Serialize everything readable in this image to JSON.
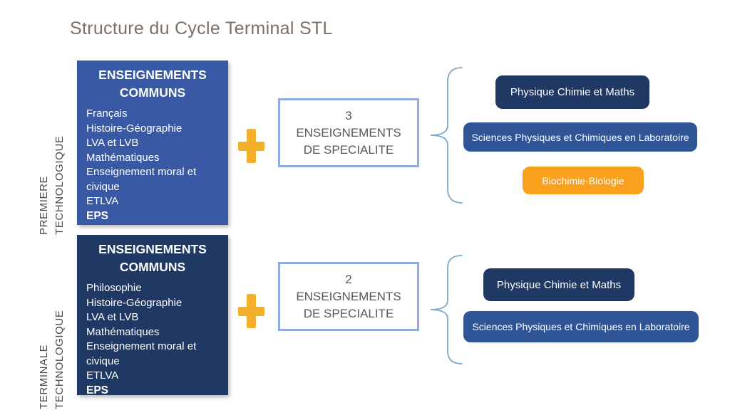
{
  "title": "Structure du Cycle Terminal STL",
  "colors": {
    "title_text": "#7b7066",
    "side_label_text": "#4b4b4b",
    "commons_premiere_bg": "#3a59a4",
    "commons_terminale_bg": "#1f3864",
    "plus_sign": "#f2b02b",
    "spec_box_border": "#8faadc",
    "spec_box_text": "#595959",
    "brace": "#7fa9c9",
    "pill_navy": "#1f3864",
    "pill_blue": "#2f5597",
    "pill_orange": "#f9a01c"
  },
  "sections": [
    {
      "side_label_line1": "PREMIERE",
      "side_label_line2": "TECHNOLOGIQUE",
      "commons_title": "ENSEIGNEMENTS COMMUNS",
      "subjects": [
        "Français",
        "Histoire-Géographie",
        "LVA et LVB",
        "Mathématiques",
        "Enseignement moral et civique",
        "ETLVA",
        "EPS"
      ],
      "plus": "+",
      "specialty_box": "3 ENSEIGNEMENTS DE SPECIALITE",
      "specialties": [
        {
          "label": "Physique Chimie et Maths",
          "color": "#1f3864"
        },
        {
          "label": "Sciences Physiques et Chimiques en Laboratoire",
          "color": "#2f5597"
        },
        {
          "label": "Biochimie-Biologie",
          "color": "#f9a01c"
        }
      ]
    },
    {
      "side_label_line1": "TERMINALE",
      "side_label_line2": "TECHNOLOGIQUE",
      "commons_title": "ENSEIGNEMENTS COMMUNS",
      "subjects": [
        "Philosophie",
        "Histoire-Géographie",
        "LVA et LVB",
        "Mathématiques",
        "Enseignement moral et civique",
        "ETLVA",
        "EPS"
      ],
      "plus": "+",
      "specialty_box": "2 ENSEIGNEMENTS DE SPECIALITE",
      "specialties": [
        {
          "label": "Physique Chimie et Maths",
          "color": "#1f3864"
        },
        {
          "label": "Sciences Physiques et Chimiques en Laboratoire",
          "color": "#2f5597"
        }
      ]
    }
  ]
}
